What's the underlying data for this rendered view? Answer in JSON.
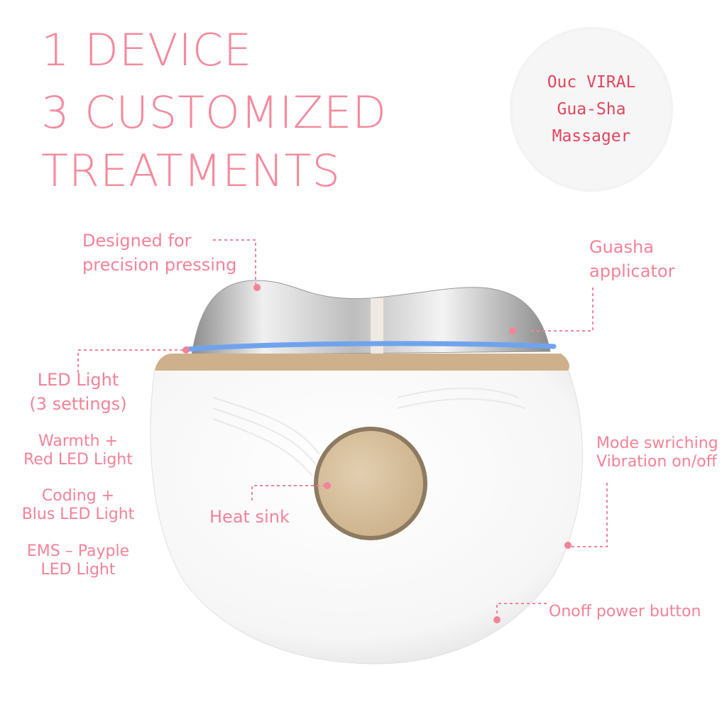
{
  "headline": {
    "line1": "1 DEVICE",
    "line2": "3 CUSTOMIZED",
    "line3": "TREATMENTS"
  },
  "badge": {
    "line1": "Ouc VIRAL",
    "line2": "Gua-Sha",
    "line3": "Massager"
  },
  "callouts": {
    "precision": {
      "line1": "Designed for",
      "line2": "precision pressing"
    },
    "guasha": {
      "line1": "Guasha",
      "line2": "applicator"
    },
    "led": {
      "line1": "LED  Light",
      "line2": "(3 settings)"
    },
    "heat_sink": "Heat sink",
    "mode": {
      "line1": "Mode swriching",
      "line2": "Vibration on/off"
    },
    "power": "Onoff power button"
  },
  "led_settings": [
    {
      "line1": "Warmth +",
      "line2": "Red LED Light"
    },
    {
      "line1": "Coding +",
      "line2": "Blus LED Light"
    },
    {
      "line1": "EMS – Payple",
      "line2": "LED Light"
    }
  ],
  "colors": {
    "accent": "#f48298",
    "led_ring": "#6fa3ee",
    "gold": "#d8c2a0"
  }
}
